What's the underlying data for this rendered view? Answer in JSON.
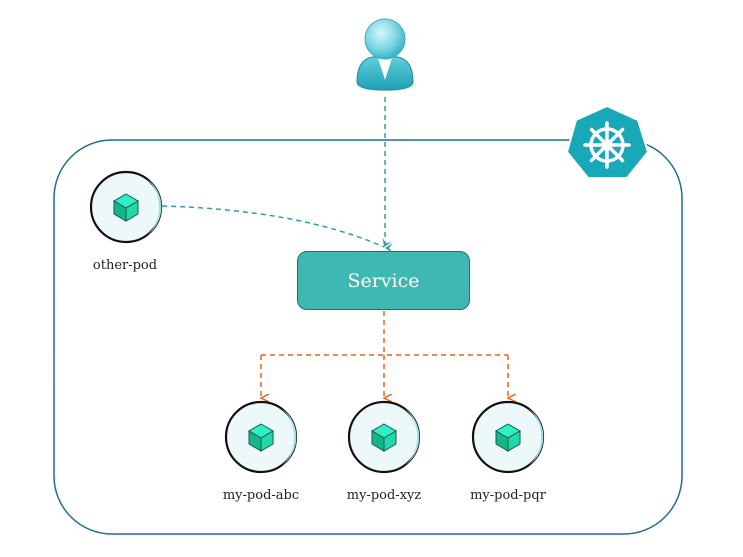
{
  "user": {
    "icon": "user-icon"
  },
  "cluster": {
    "icon": "kubernetes-helm-icon",
    "border_color": "#1e6f8e",
    "logo_color": "#19a8b8"
  },
  "service": {
    "label": "Service",
    "fill_color": "#3eb8b1"
  },
  "pods": {
    "other": {
      "label": "other-pod"
    },
    "targets": [
      {
        "label": "my-pod-abc"
      },
      {
        "label": "my-pod-xyz"
      },
      {
        "label": "my-pod-pqr"
      }
    ]
  },
  "connections": {
    "client_color": "#2a9db0",
    "service_color": "#e8651a"
  }
}
